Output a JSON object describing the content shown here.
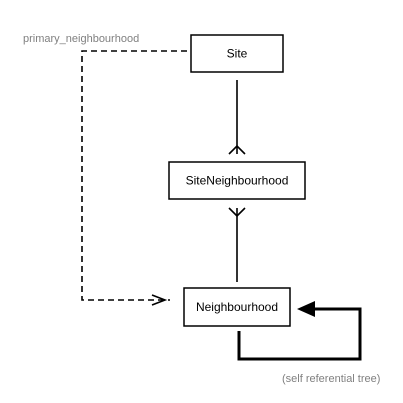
{
  "nodes": {
    "site": {
      "label": "Site"
    },
    "site_neighbourhood": {
      "label": "SiteNeighbourhood"
    },
    "neighbourhood": {
      "label": "Neighbourhood"
    }
  },
  "annotations": {
    "primary_neighbourhood": "primary_neighbourhood",
    "self_referential": "(self referential tree)"
  }
}
